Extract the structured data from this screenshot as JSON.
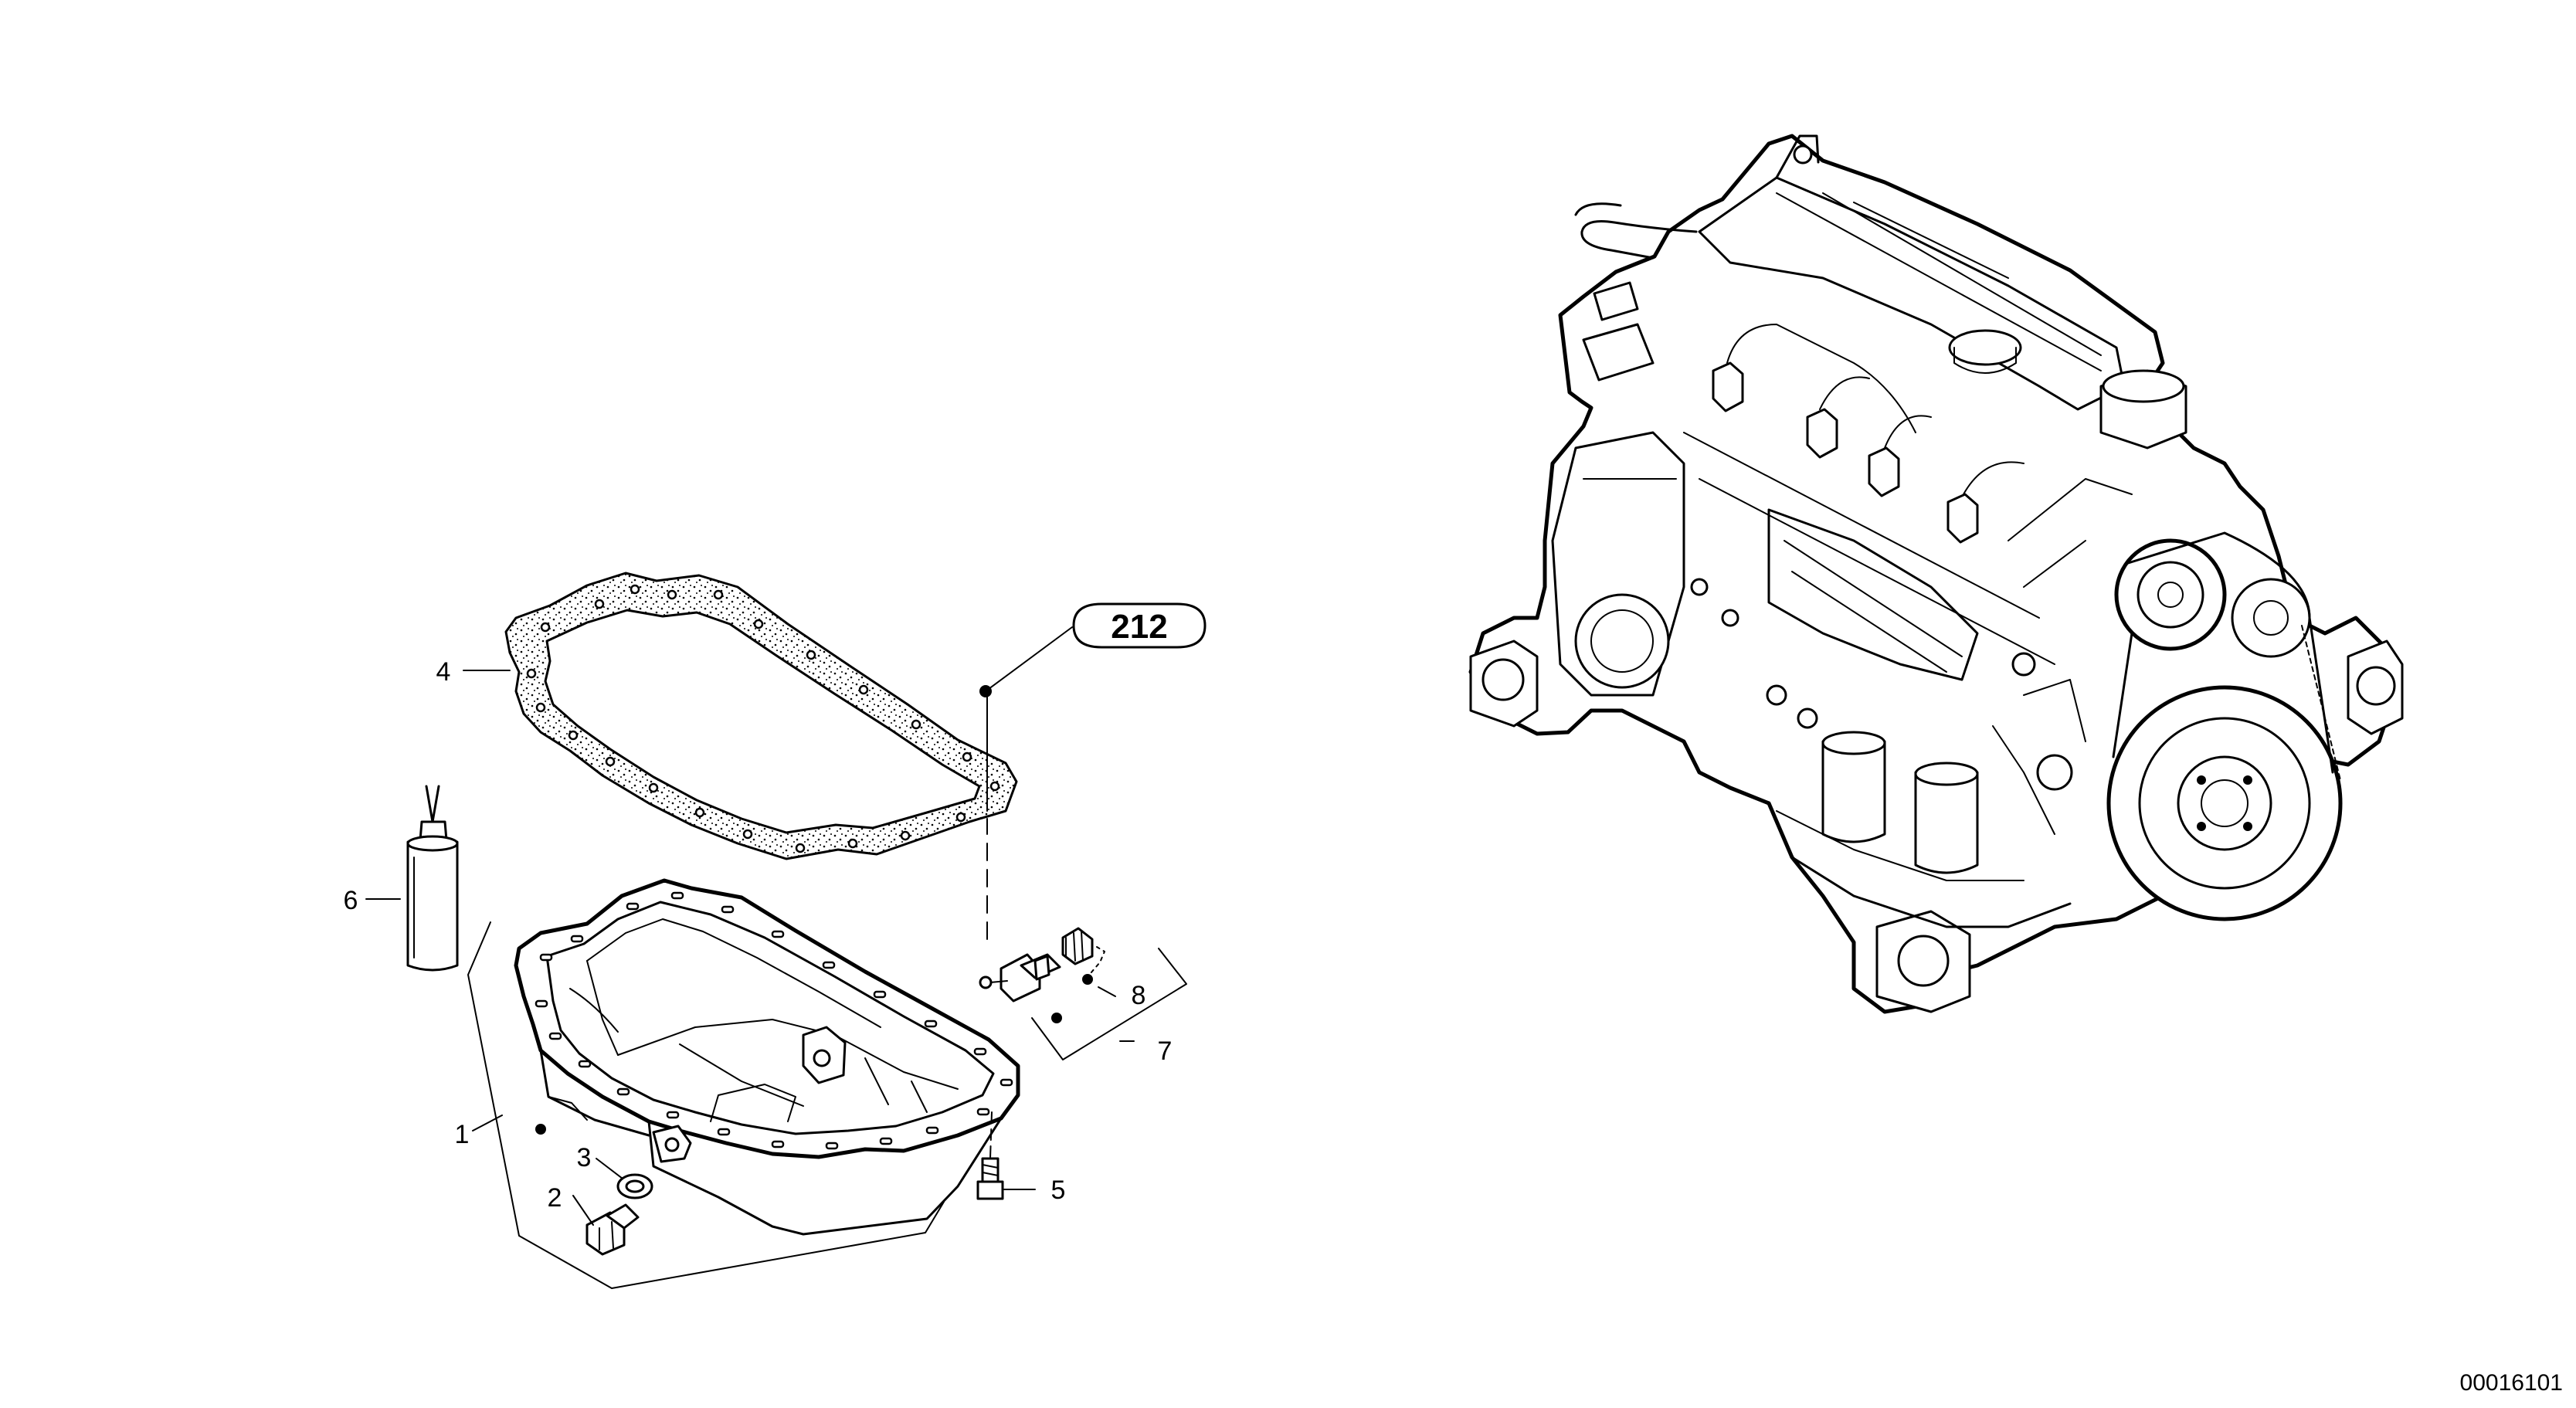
{
  "diagram": {
    "callouts": {
      "item_1": "1",
      "item_2": "2",
      "item_3": "3",
      "item_4": "4",
      "item_5": "5",
      "item_6": "6",
      "item_7": "7",
      "item_8": "8"
    },
    "reference_group": "212",
    "drawing_number": "00016101"
  }
}
